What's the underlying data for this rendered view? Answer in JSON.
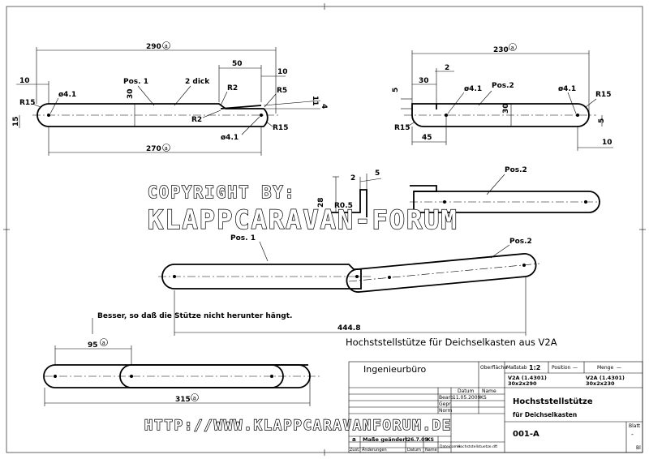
{
  "dimensions": {
    "top_left": {
      "overall": "290",
      "hole_left": "ø4.1",
      "pos": "Pos. 1",
      "thick": "2 dick",
      "step": "50",
      "right_off": "10",
      "left_off": "10",
      "r_left": "R15",
      "height": "30",
      "r2_top": "R2",
      "r2_bot": "R2",
      "r5": "R5",
      "r15_right": "R15",
      "hole_right": "ø4.1",
      "bottom": "270",
      "left_h": "15",
      "angle_11": "11",
      "angle_4": "4"
    },
    "top_right": {
      "overall": "230",
      "two": "2",
      "thirty": "30",
      "hole_left": "ø4.1",
      "pos": "Pos.2",
      "hole_right": "ø4.1",
      "r_right": "R15",
      "five": "5",
      "height": "30",
      "right_h": "5",
      "r_left": "R15",
      "bottom_45": "45",
      "bottom_10": "10"
    },
    "detail": {
      "two": "2",
      "five": "5",
      "twenty_eight": "28",
      "r05": "R0.5"
    },
    "middle_left": {
      "pos": "Pos. 1"
    },
    "middle_right_pos": "Pos.2",
    "middle_pos2_top": "Pos.2",
    "note": "Besser, so daß die Stütze nicht herunter hängt.",
    "length": "444.8",
    "caption": "Hochststellstütze für Deichselkasten aus V2A",
    "bottom": {
      "ninety_five": "95",
      "three_fifteen": "315"
    },
    "rev_marker": "a"
  },
  "watermark": {
    "line1": "COPYRIGHT BY:",
    "line2": "KLAPPCARAVAN-FORUM",
    "url": "HTTP://WWW.KLAPPCARAVANFORUM.DE"
  },
  "title_block": {
    "company": "Ingenieurbüro",
    "surface": "Oberfläche",
    "scale_label": "Maßstab",
    "scale": "1:2",
    "weight_label": "Position",
    "weight_mark": "—",
    "qty_label": "Menge",
    "qty_mark": "—",
    "mat1": "V2A (1.4301)",
    "mat1_size": "30x2x290",
    "mat2": "V2A (1.4301)",
    "mat2_size": "30x2x230",
    "date_col": "Datum",
    "name_col": "Name",
    "row_bearb": "Bearb.",
    "bearb_date": "11.05.2009",
    "bearb_name": "KS",
    "row_gepr": "Gepr.",
    "row_norm": "Norm",
    "title": "Hochststellstütze",
    "subtitle": "für Deichselkasten",
    "number": "001-A",
    "sheet_label": "Blatt",
    "sheet_val": "-",
    "sheet_bl": "Bl",
    "rev": "a",
    "rev_text": "Maße geändert",
    "rev_date": "26.7.09",
    "rev_name": "KS",
    "zust": "Zust.",
    "aend": "Änderungen",
    "datum": "Datum",
    "name": "Name",
    "file_label": "Dateiname:",
    "file": "Hochststellstuetze.dft"
  }
}
